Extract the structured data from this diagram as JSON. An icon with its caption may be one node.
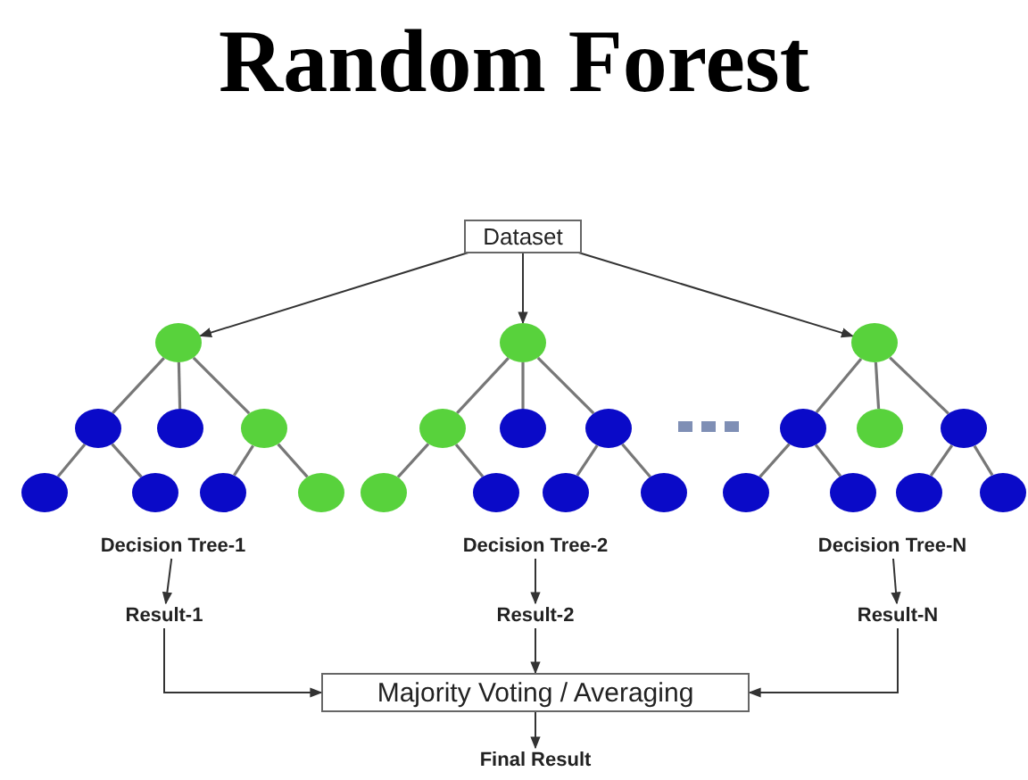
{
  "diagram": {
    "title": "Random Forest",
    "nodes": [
      {
        "text": [
          "Dataset"
        ]
      },
      {
        "text": [],
        "shape": "circle"
      },
      {
        "text": [],
        "shape": "circle"
      },
      {
        "text": [],
        "shape": "circle"
      },
      {
        "text": [],
        "shape": "circle"
      },
      {
        "text": [],
        "shape": "circle"
      },
      {
        "text": [],
        "shape": "circle"
      },
      {
        "text": [],
        "shape": "circle"
      },
      {
        "text": [],
        "shape": "circle"
      },
      {
        "text": [],
        "shape": "circle"
      },
      {
        "text": [],
        "shape": "circle"
      },
      {
        "text": [],
        "shape": "circle"
      },
      {
        "text": [],
        "shape": "circle"
      },
      {
        "text": [],
        "shape": "circle"
      },
      {
        "text": [],
        "shape": "circle"
      },
      {
        "text": [],
        "shape": "circle"
      },
      {
        "text": [],
        "shape": "circle"
      },
      {
        "text": [],
        "shape": "circle"
      },
      {
        "text": [],
        "shape": "circle"
      },
      {
        "text": [],
        "shape": "circle"
      },
      {
        "text": [],
        "shape": "circle"
      },
      {
        "text": [],
        "shape": "circle"
      },
      {
        "text": [],
        "shape": "circle"
      },
      {
        "text": [],
        "shape": "circle"
      },
      {
        "text": [],
        "shape": "circle"
      },
      {
        "text": [
          "Decision Tree-1"
        ]
      },
      {
        "text": [
          "Decision Tree-2"
        ]
      },
      {
        "text": [
          "Decision Tree-N"
        ]
      },
      {
        "text": [
          "Result-1"
        ]
      },
      {
        "text": [
          "Result-2"
        ]
      },
      {
        "text": [
          "Result-N"
        ]
      },
      {
        "text": [
          "Majority Voting / Averaging"
        ]
      },
      {
        "text": [
          "Final Result"
        ]
      }
    ],
    "edges": [
      {
        "from": 0,
        "to": 1,
        "arrow": "to"
      },
      {
        "from": 0,
        "to": 2,
        "arrow": "to"
      },
      {
        "from": 0,
        "to": 3,
        "arrow": "to"
      },
      {
        "from": 1,
        "to": 4,
        "arrow": "none"
      },
      {
        "from": 1,
        "to": 5,
        "arrow": "none"
      },
      {
        "from": 1,
        "to": 6,
        "arrow": "none"
      },
      {
        "from": 2,
        "to": 7,
        "arrow": "none"
      },
      {
        "from": 2,
        "to": 8,
        "arrow": "none"
      },
      {
        "from": 2,
        "to": 9,
        "arrow": "none"
      },
      {
        "from": 3,
        "to": 10,
        "arrow": "none"
      },
      {
        "from": 3,
        "to": 11,
        "arrow": "none"
      },
      {
        "from": 3,
        "to": 12,
        "arrow": "none"
      },
      {
        "from": 4,
        "to": 13,
        "arrow": "none"
      },
      {
        "from": 4,
        "to": 14,
        "arrow": "none"
      },
      {
        "from": 6,
        "to": 15,
        "arrow": "none"
      },
      {
        "from": 6,
        "to": 16,
        "arrow": "none"
      },
      {
        "from": 7,
        "to": 17,
        "arrow": "none"
      },
      {
        "from": 7,
        "to": 18,
        "arrow": "none"
      },
      {
        "from": 9,
        "to": 19,
        "arrow": "none"
      },
      {
        "from": 9,
        "to": 20,
        "arrow": "none"
      },
      {
        "from": 10,
        "to": 21,
        "arrow": "none"
      },
      {
        "from": 10,
        "to": 22,
        "arrow": "none"
      },
      {
        "from": 12,
        "to": 23,
        "arrow": "none"
      },
      {
        "from": 12,
        "to": 24,
        "arrow": "none"
      },
      {
        "from": 25,
        "to": 28,
        "arrow": "to"
      },
      {
        "from": 26,
        "to": 29,
        "arrow": "to"
      },
      {
        "from": 27,
        "to": 30,
        "arrow": "to"
      },
      {
        "from": 28,
        "to": 31,
        "arrow": "to"
      },
      {
        "from": 29,
        "to": 31,
        "arrow": "to"
      },
      {
        "from": 30,
        "to": 31,
        "arrow": "to"
      },
      {
        "from": 31,
        "to": 32,
        "arrow": "to"
      }
    ]
  }
}
